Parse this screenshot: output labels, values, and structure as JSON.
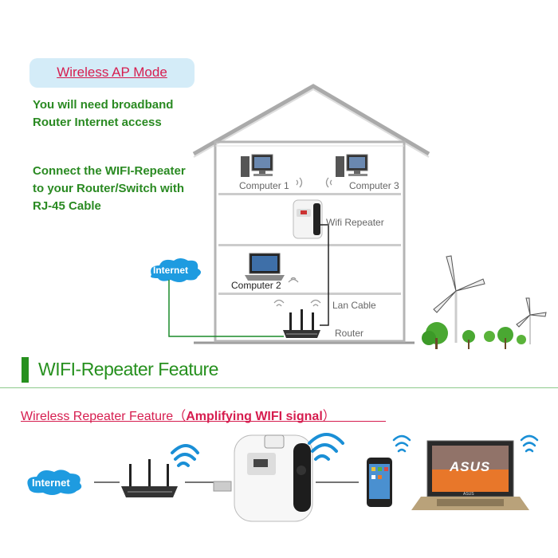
{
  "mode": {
    "title": "Wireless AP Mode"
  },
  "instructions": {
    "line1": "You will need broadband",
    "line2": "Router Internet access",
    "line3": "Connect the WIFI-Repeater",
    "line4": "to your Router/Switch with",
    "line5": "RJ-45 Cable"
  },
  "house": {
    "computer1": "Computer 1",
    "computer3": "Computer 3",
    "wifi_repeater": "Wifi Repeater",
    "internet": "Internet",
    "computer2": "Computer 2",
    "lan_cable": "Lan Cable",
    "router": "Router"
  },
  "feature": {
    "section_title": "WIFI-Repeater Feature",
    "text_main": "Wireless Repeater Feature",
    "text_paren_open": "（",
    "text_highlight": "Amplifying WIFI signal",
    "text_paren_close": "）",
    "internet": "Internet",
    "laptop_brand": "ASUS",
    "laptop_brand_small": "ASUS"
  },
  "colors": {
    "accent_green": "#26901e",
    "accent_red": "#d61d4f",
    "wifi_blue": "#1a8fd6",
    "cloud_blue": "#1e9be0"
  }
}
